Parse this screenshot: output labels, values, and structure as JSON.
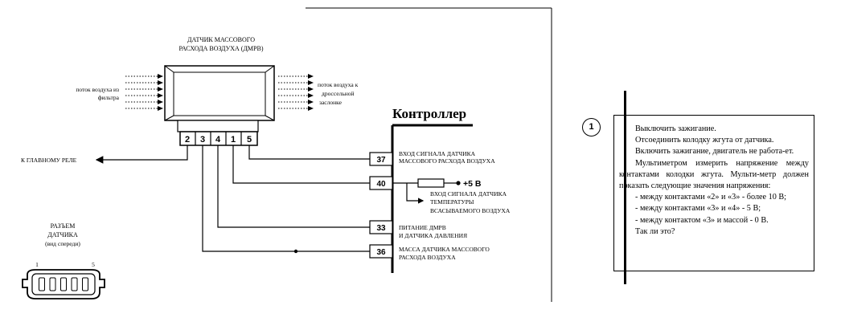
{
  "sensor": {
    "title_line1": "ДАТЧИК МАССОВОГО",
    "title_line2": "РАСХОДА ВОЗДУХА (ДМРВ)",
    "pins": [
      "2",
      "3",
      "4",
      "1",
      "5"
    ]
  },
  "airflow": {
    "from_line1": "поток воздуха из",
    "from_line2": "фильтра",
    "to_line1": "поток воздуха к",
    "to_line2": "дроссельной",
    "to_line3": "заслонке"
  },
  "relay_label": "К ГЛАВНОМУ РЕЛЕ",
  "controller": {
    "title": "Контроллер",
    "terminals": [
      {
        "num": "37",
        "line1": "ВХОД СИГНАЛА ДАТЧИКА",
        "line2": "МАССОВОГО РАСХОДА ВОЗДУХА"
      },
      {
        "num": "40",
        "line1": "ВХОД СИГНАЛА ДАТЧИКА",
        "line2": "ТЕМПЕРАТУРЫ",
        "line3": "ВСАСЫВАЕМОГО ВОЗДУХА"
      },
      {
        "num": "33",
        "line1": "ПИТАНИЕ ДМРВ",
        "line2": "И ДАТЧИКА ДАВЛЕНИЯ"
      },
      {
        "num": "36",
        "line1": "МАССА ДАТЧИКА МАССОВОГО",
        "line2": "РАСХОДА ВОЗДУХА"
      }
    ],
    "supply": "+5 В"
  },
  "connector": {
    "title_line1": "РАЗЪЕМ",
    "title_line2": "ДАТЧИКА",
    "title_line3": "(вид спереди)",
    "pin_left": "1",
    "pin_right": "5"
  },
  "instruction": {
    "step": "1",
    "lines": [
      "Выключить зажигание.",
      "Отсоединить колодку жгута от датчика.",
      "Включить зажигание, двигатель не работа-ет.",
      "Мультиметром измерить напряжение между контактами колодки жгута. Мульти-метр должен показать следующие значения напряжения:",
      "- между контактами «2» и «3» - более 10 В;",
      "- между контактами «3» и «4» - 5 В;",
      "- между контактом «3» и массой - 0 В.",
      "Так ли это?"
    ]
  }
}
